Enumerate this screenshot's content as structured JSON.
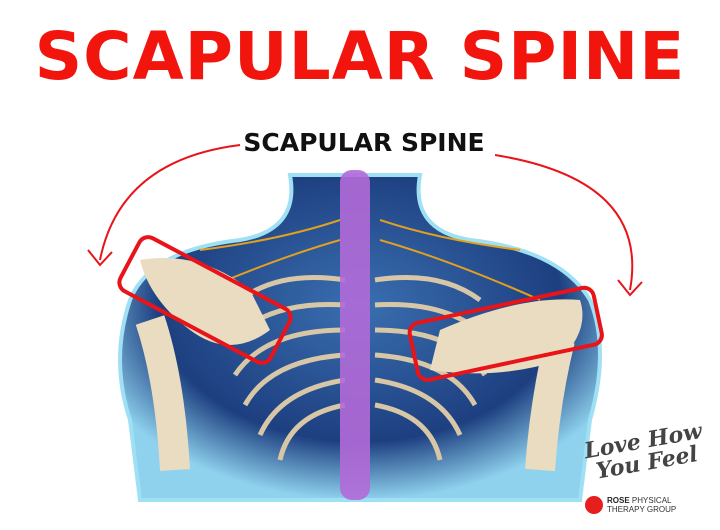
{
  "title": "SCAPULAR SPINE",
  "label": "SCAPULAR SPINE",
  "colors": {
    "title": "#f2150d",
    "highlight": "#e8141a",
    "label": "#111111"
  },
  "logo": {
    "tagline": "Love How You Feel",
    "brand_line1_bold": "ROSE",
    "brand_line1": "PHYSICAL",
    "brand_line2": "THERAPY GROUP"
  }
}
